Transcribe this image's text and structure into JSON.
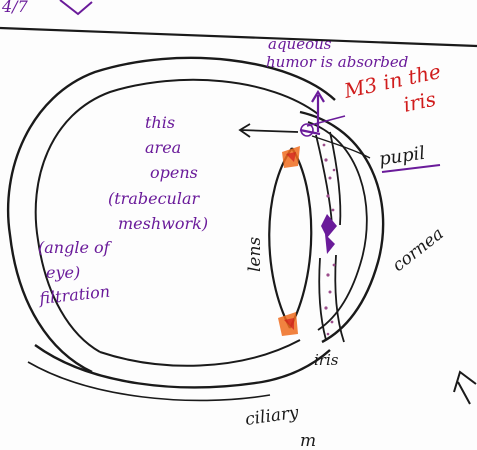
{
  "top_scribble": "4/7",
  "labels": {
    "aqueous_line1": "aqueous",
    "aqueous_line2": "humor is absorbed",
    "m3_line1": "M3 in the",
    "m3_line2": "iris",
    "pupil": "pupil",
    "area_line1": "this",
    "area_line2": "area",
    "area_line3": "opens",
    "area_line4": "(trabecular",
    "area_line5": "meshwork)",
    "area_line6": "(angle of",
    "area_line7": "eye)",
    "area_line8": "filtration",
    "lens": "lens",
    "cornea": "cornea",
    "iris": "iris",
    "ciliary_line1": "ciliary",
    "ciliary_line2": "m"
  },
  "colors": {
    "ink": "#1a1a1a",
    "purple": "#6a1b9a",
    "red": "#d01c1c",
    "orange": "#ef6c1f",
    "stipple": "#9c4d8c"
  }
}
